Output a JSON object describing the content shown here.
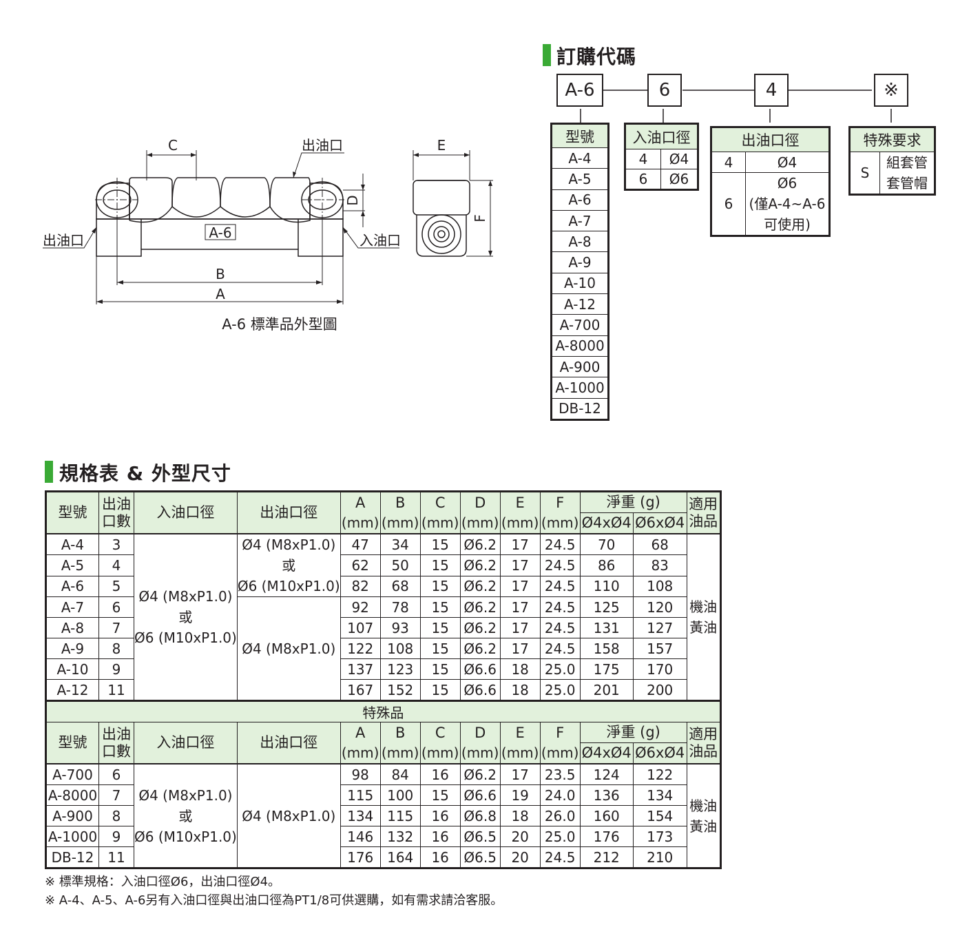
{
  "drawing": {
    "caption": "A-6 標準品外型圖",
    "model_label": "A-6",
    "outlet_label": "出油口",
    "inlet_label": "入油口",
    "dim_a": "A",
    "dim_b": "B",
    "dim_c": "C",
    "dim_d": "D",
    "dim_e": "E",
    "dim_f": "F"
  },
  "order": {
    "title": "訂購代碼",
    "code": [
      "A-6",
      "6",
      "4",
      "※"
    ],
    "model": {
      "header": "型號",
      "items": [
        "A-4",
        "A-5",
        "A-6",
        "A-7",
        "A-8",
        "A-9",
        "A-10",
        "A-12",
        "A-700",
        "A-8000",
        "A-900",
        "A-1000",
        "DB-12"
      ]
    },
    "inlet": {
      "header": "入油口徑",
      "rows": [
        [
          "4",
          "Ø4"
        ],
        [
          "6",
          "Ø6"
        ]
      ]
    },
    "outlet": {
      "header": "出油口徑",
      "r1_code": "4",
      "r1_value": "Ø4",
      "r2_code": "6",
      "r2_line1": "Ø6",
      "r2_line2": "(僅A-4~A-6",
      "r2_line3": "可使用)"
    },
    "special": {
      "header": "特殊要求",
      "code": "S",
      "line1": "組套管",
      "line2": "套管帽"
    }
  },
  "spec": {
    "title": "規格表 & 外型尺寸",
    "headers": {
      "model": "型號",
      "outlets_1": "出油",
      "outlets_2": "口數",
      "inlet": "入油口徑",
      "outlet": "出油口徑",
      "a": "A",
      "b": "B",
      "c": "C",
      "d": "D",
      "e": "E",
      "f": "F",
      "mm": "(mm)",
      "weight": "淨重 (g)",
      "w1": "Ø4xØ4",
      "w2": "Ø6xØ4",
      "oil_1": "適用",
      "oil_2": "油品"
    },
    "standard_rows": [
      [
        "A-4",
        "3",
        "47",
        "34",
        "15",
        "Ø6.2",
        "17",
        "24.5",
        "70",
        "68"
      ],
      [
        "A-5",
        "4",
        "62",
        "50",
        "15",
        "Ø6.2",
        "17",
        "24.5",
        "86",
        "83"
      ],
      [
        "A-6",
        "5",
        "82",
        "68",
        "15",
        "Ø6.2",
        "17",
        "24.5",
        "110",
        "108"
      ],
      [
        "A-7",
        "6",
        "92",
        "78",
        "15",
        "Ø6.2",
        "17",
        "24.5",
        "125",
        "120"
      ],
      [
        "A-8",
        "7",
        "107",
        "93",
        "15",
        "Ø6.2",
        "17",
        "24.5",
        "131",
        "127"
      ],
      [
        "A-9",
        "8",
        "122",
        "108",
        "15",
        "Ø6.2",
        "17",
        "24.5",
        "158",
        "157"
      ],
      [
        "A-10",
        "9",
        "137",
        "123",
        "15",
        "Ø6.6",
        "18",
        "25.0",
        "175",
        "170"
      ],
      [
        "A-12",
        "11",
        "167",
        "152",
        "15",
        "Ø6.6",
        "18",
        "25.0",
        "201",
        "200"
      ]
    ],
    "std_inlet": [
      "Ø4 (M8xP1.0)",
      "或",
      "Ø6 (M10xP1.0)"
    ],
    "std_outlet_a": [
      "Ø4 (M8xP1.0)",
      "或",
      "Ø6 (M10xP1.0)"
    ],
    "std_outlet_b": "Ø4 (M8xP1.0)",
    "oil": [
      "機油",
      "黃油"
    ],
    "special_band": "特殊品",
    "special_rows": [
      [
        "A-700",
        "6",
        "98",
        "84",
        "16",
        "Ø6.2",
        "17",
        "23.5",
        "124",
        "122"
      ],
      [
        "A-8000",
        "7",
        "115",
        "100",
        "15",
        "Ø6.6",
        "19",
        "24.0",
        "136",
        "134"
      ],
      [
        "A-900",
        "8",
        "134",
        "115",
        "16",
        "Ø6.8",
        "18",
        "26.0",
        "160",
        "154"
      ],
      [
        "A-1000",
        "9",
        "146",
        "132",
        "16",
        "Ø6.5",
        "20",
        "25.0",
        "176",
        "173"
      ],
      [
        "DB-12",
        "11",
        "176",
        "164",
        "16",
        "Ø6.5",
        "20",
        "24.5",
        "212",
        "210"
      ]
    ],
    "sp_inlet": [
      "Ø4 (M8xP1.0)",
      "或",
      "Ø6 (M10xP1.0)"
    ],
    "sp_outlet": "Ø4 (M8xP1.0)"
  },
  "notes": [
    "※ 標準規格：入油口徑Ø6，出油口徑Ø4。",
    "※ A-4、A-5、A-6另有入油口徑與出油口徑為PT1/8可供選購，如有需求請洽客服。"
  ]
}
